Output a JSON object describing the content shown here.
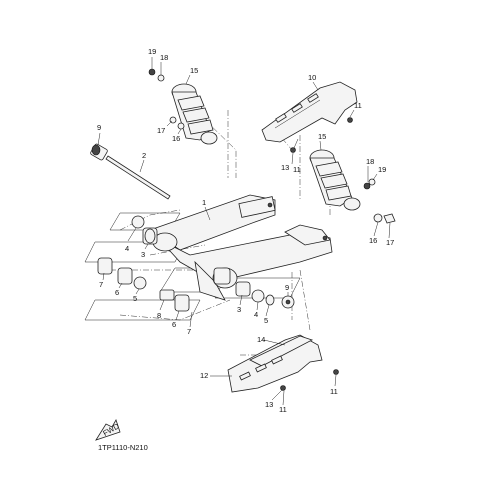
{
  "diagram": {
    "code": "1TP1110-N210",
    "fwd_label": "FWD",
    "callouts": [
      {
        "id": "c19a",
        "text": "19"
      },
      {
        "id": "c18a",
        "text": "18"
      },
      {
        "id": "c15a",
        "text": "15"
      },
      {
        "id": "c17a",
        "text": "17"
      },
      {
        "id": "c16a",
        "text": "16"
      },
      {
        "id": "c9",
        "text": "9"
      },
      {
        "id": "c2",
        "text": "2"
      },
      {
        "id": "c10",
        "text": "10"
      },
      {
        "id": "c11a",
        "text": "11"
      },
      {
        "id": "c15b",
        "text": "15"
      },
      {
        "id": "c13a",
        "text": "13"
      },
      {
        "id": "c11b",
        "text": "11"
      },
      {
        "id": "c18b",
        "text": "18"
      },
      {
        "id": "c19b",
        "text": "19"
      },
      {
        "id": "c1",
        "text": "1"
      },
      {
        "id": "c4a",
        "text": "4"
      },
      {
        "id": "c3a",
        "text": "3"
      },
      {
        "id": "c16b",
        "text": "16"
      },
      {
        "id": "c17b",
        "text": "17"
      },
      {
        "id": "c7a",
        "text": "7"
      },
      {
        "id": "c6a",
        "text": "6"
      },
      {
        "id": "c5a",
        "text": "5"
      },
      {
        "id": "c8a",
        "text": "8"
      },
      {
        "id": "c6b",
        "text": "6"
      },
      {
        "id": "c7b",
        "text": "7"
      },
      {
        "id": "c9b",
        "text": "9"
      },
      {
        "id": "c3b",
        "text": "3"
      },
      {
        "id": "c4b",
        "text": "4"
      },
      {
        "id": "c5b",
        "text": "5"
      },
      {
        "id": "c14",
        "text": "14"
      },
      {
        "id": "c12",
        "text": "12"
      },
      {
        "id": "c11c",
        "text": "11"
      },
      {
        "id": "c13b",
        "text": "13"
      },
      {
        "id": "c11d",
        "text": "11"
      }
    ]
  }
}
